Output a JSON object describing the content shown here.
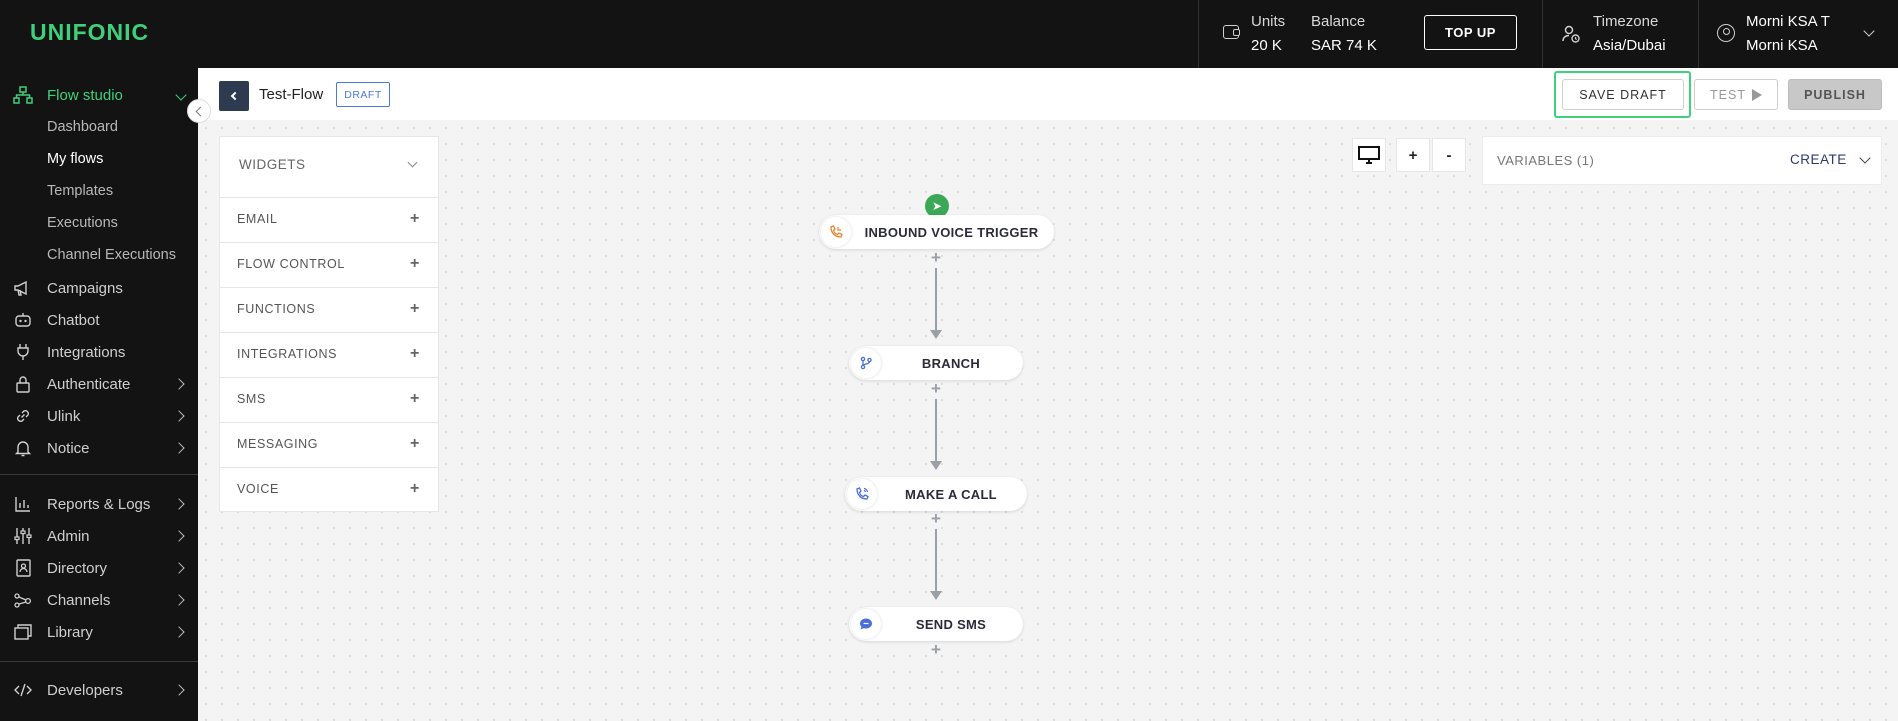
{
  "app": {
    "logo": "UNIFONIC"
  },
  "topbar": {
    "units_label": "Units",
    "units_value": "20 K",
    "balance_label": "Balance",
    "balance_value": "SAR 74 K",
    "topup_label": "TOP UP",
    "timezone_label": "Timezone",
    "timezone_value": "Asia/Dubai",
    "user_name": "Morni KSA T",
    "user_account": "Morni KSA"
  },
  "sidebar": {
    "flow_studio": "Flow studio",
    "sub_items": [
      "Dashboard",
      "My flows",
      "Templates",
      "Executions",
      "Channel Executions"
    ],
    "items": [
      {
        "label": "Campaigns",
        "icon": "megaphone-icon"
      },
      {
        "label": "Chatbot",
        "icon": "bot-icon"
      },
      {
        "label": "Integrations",
        "icon": "plug-icon"
      },
      {
        "label": "Authenticate",
        "icon": "lock-icon"
      },
      {
        "label": "Ulink",
        "icon": "link-icon"
      },
      {
        "label": "Notice",
        "icon": "bell-icon"
      },
      {
        "label": "Reports & Logs",
        "icon": "bar-chart-icon"
      },
      {
        "label": "Admin",
        "icon": "sliders-icon"
      },
      {
        "label": "Directory",
        "icon": "contact-book-icon"
      },
      {
        "label": "Channels",
        "icon": "share-nodes-icon"
      },
      {
        "label": "Library",
        "icon": "library-icon"
      },
      {
        "label": "Developers",
        "icon": "code-icon"
      }
    ]
  },
  "header": {
    "flow_name": "Test-Flow",
    "status_badge": "DRAFT",
    "save_draft_label": "SAVE DRAFT",
    "test_label": "TEST",
    "publish_label": "PUBLISH"
  },
  "widgets": {
    "title": "WIDGETS",
    "categories": [
      "EMAIL",
      "FLOW CONTROL",
      "FUNCTIONS",
      "INTEGRATIONS",
      "SMS",
      "MESSAGING",
      "VOICE"
    ]
  },
  "canvas_controls": {
    "zoom_in": "+",
    "zoom_out": "-"
  },
  "variables": {
    "title": "VARIABLES (1)",
    "create_label": "CREATE"
  },
  "flow": {
    "nodes": [
      {
        "label": "INBOUND VOICE TRIGGER",
        "icon": "phone-incoming-icon",
        "color": "#e8842c"
      },
      {
        "label": "BRANCH",
        "icon": "branch-icon",
        "color": "#4a6fd8"
      },
      {
        "label": "MAKE A CALL",
        "icon": "phone-outgoing-icon",
        "color": "#4a6fd8"
      },
      {
        "label": "SEND SMS",
        "icon": "chat-bubble-icon",
        "color": "#4a6fd8"
      }
    ]
  },
  "colors": {
    "brand": "#3fd07b",
    "highlight": "#3fd07b",
    "dark": "#131313"
  }
}
